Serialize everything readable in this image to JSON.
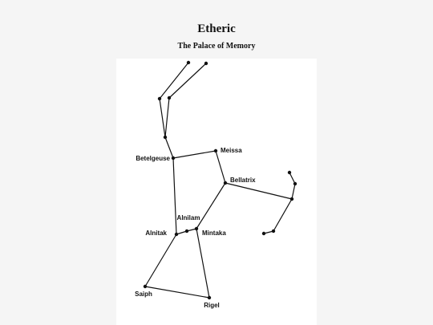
{
  "header": {
    "title": "Etheric",
    "subtitle": "The Palace of Memory"
  },
  "diagram": {
    "line_color": "#111111",
    "stars": [
      {
        "id": "s1",
        "label": ""
      },
      {
        "id": "s2",
        "label": ""
      },
      {
        "id": "s3",
        "label": ""
      },
      {
        "id": "s4",
        "label": ""
      },
      {
        "id": "s5",
        "label": ""
      },
      {
        "id": "betelgeuse",
        "label": "Betelgeuse"
      },
      {
        "id": "meissa",
        "label": "Meissa"
      },
      {
        "id": "bellatrix",
        "label": "Bellatrix"
      },
      {
        "id": "alnilam",
        "label": "Alnilam"
      },
      {
        "id": "alnitak",
        "label": "Alnitak"
      },
      {
        "id": "mintaka",
        "label": "Mintaka"
      },
      {
        "id": "saiph",
        "label": "Saiph"
      },
      {
        "id": "rigel",
        "label": "Rigel"
      },
      {
        "id": "e1",
        "label": ""
      },
      {
        "id": "e2",
        "label": ""
      },
      {
        "id": "e3",
        "label": ""
      },
      {
        "id": "e4",
        "label": ""
      },
      {
        "id": "e5",
        "label": ""
      }
    ],
    "edges": [
      [
        "s1",
        "s3"
      ],
      [
        "s3",
        "s5"
      ],
      [
        "s2",
        "s4"
      ],
      [
        "s4",
        "s5"
      ],
      [
        "s5",
        "betelgeuse"
      ],
      [
        "betelgeuse",
        "meissa"
      ],
      [
        "meissa",
        "bellatrix"
      ],
      [
        "betelgeuse",
        "alnitak"
      ],
      [
        "alnitak",
        "alnilam"
      ],
      [
        "alnilam",
        "mintaka"
      ],
      [
        "mintaka",
        "bellatrix"
      ],
      [
        "bellatrix",
        "e3"
      ],
      [
        "e1",
        "e2"
      ],
      [
        "e2",
        "e3"
      ],
      [
        "e3",
        "e4"
      ],
      [
        "e4",
        "e5"
      ],
      [
        "alnitak",
        "saiph"
      ],
      [
        "saiph",
        "rigel"
      ],
      [
        "rigel",
        "mintaka"
      ]
    ]
  }
}
